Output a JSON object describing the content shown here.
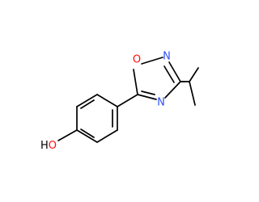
{
  "molecule": {
    "atoms": {
      "ring_o": "O",
      "ring_n_top": "N",
      "ring_n_bottom": "N",
      "hydroxyl": "HO"
    },
    "colors": {
      "bond": "#000000",
      "oxygen": "#ff0d0d",
      "nitrogen": "#3050f8",
      "hydroxyl_o": "#ff0d0d",
      "hydroxyl_h": "#000000"
    }
  }
}
